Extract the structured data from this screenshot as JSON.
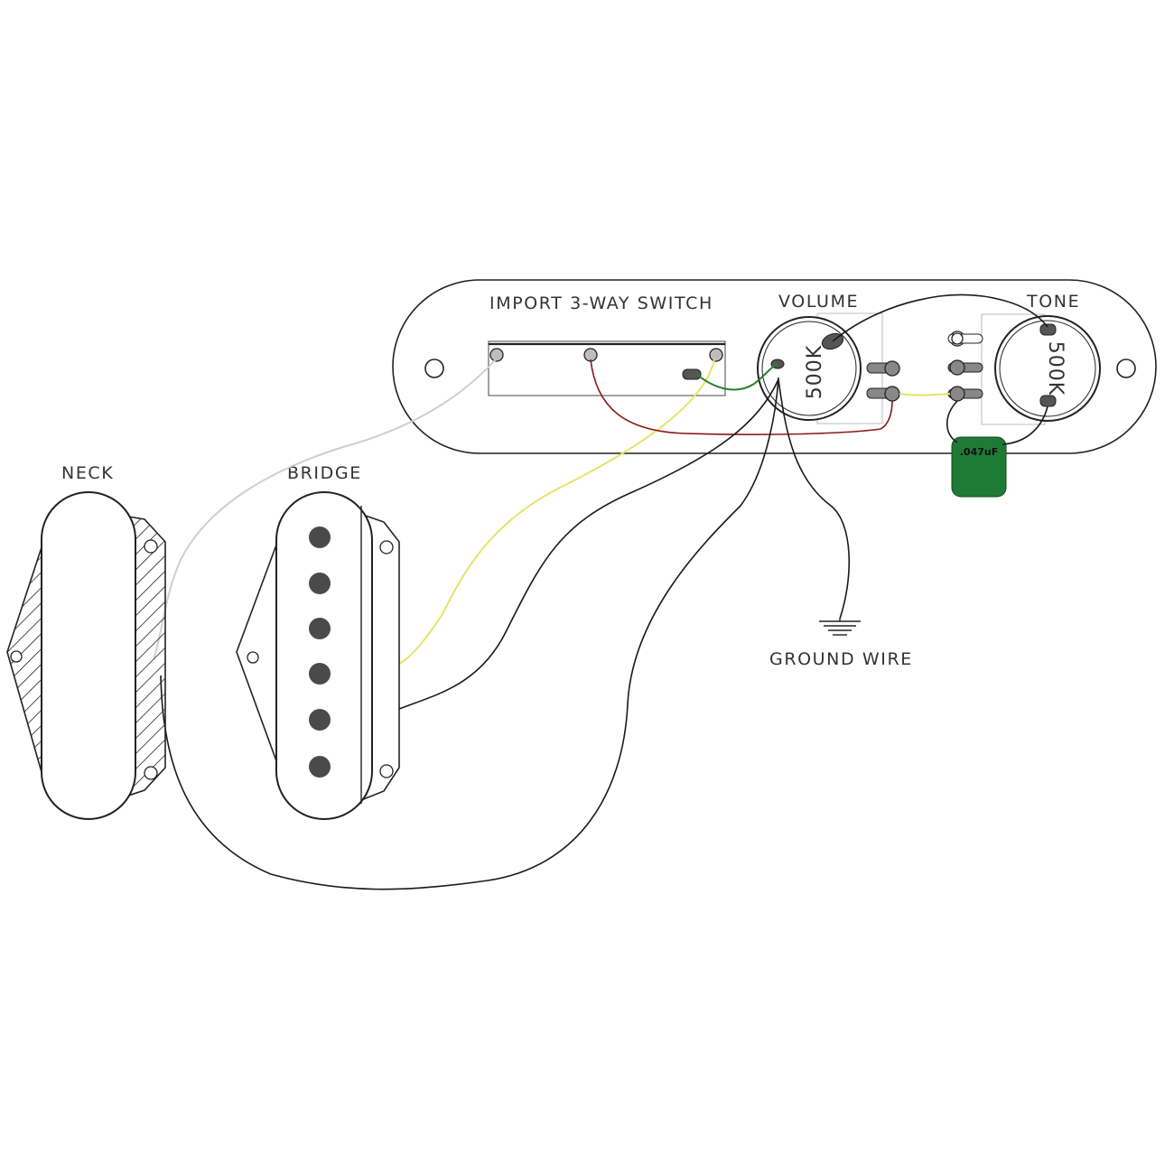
{
  "labels": {
    "switch": "IMPORT 3-WAY SWITCH",
    "volume": "VOLUME",
    "tone": "TONE",
    "neck": "NECK",
    "bridge": "BRIDGE",
    "ground": "GROUND WIRE"
  },
  "volume_pot_value": "500K",
  "tone_pot_value": "500K",
  "capacitor_value": ".047uF",
  "colors": {
    "wire_black": "#1a1a1a",
    "wire_white": "#d9d9d9",
    "wire_yellow": "#e6e36a",
    "wire_red": "#8b1a1a",
    "wire_green": "#2e7d32",
    "capacitor": "#1f7a35",
    "pole_piece": "#4a4a4a"
  }
}
